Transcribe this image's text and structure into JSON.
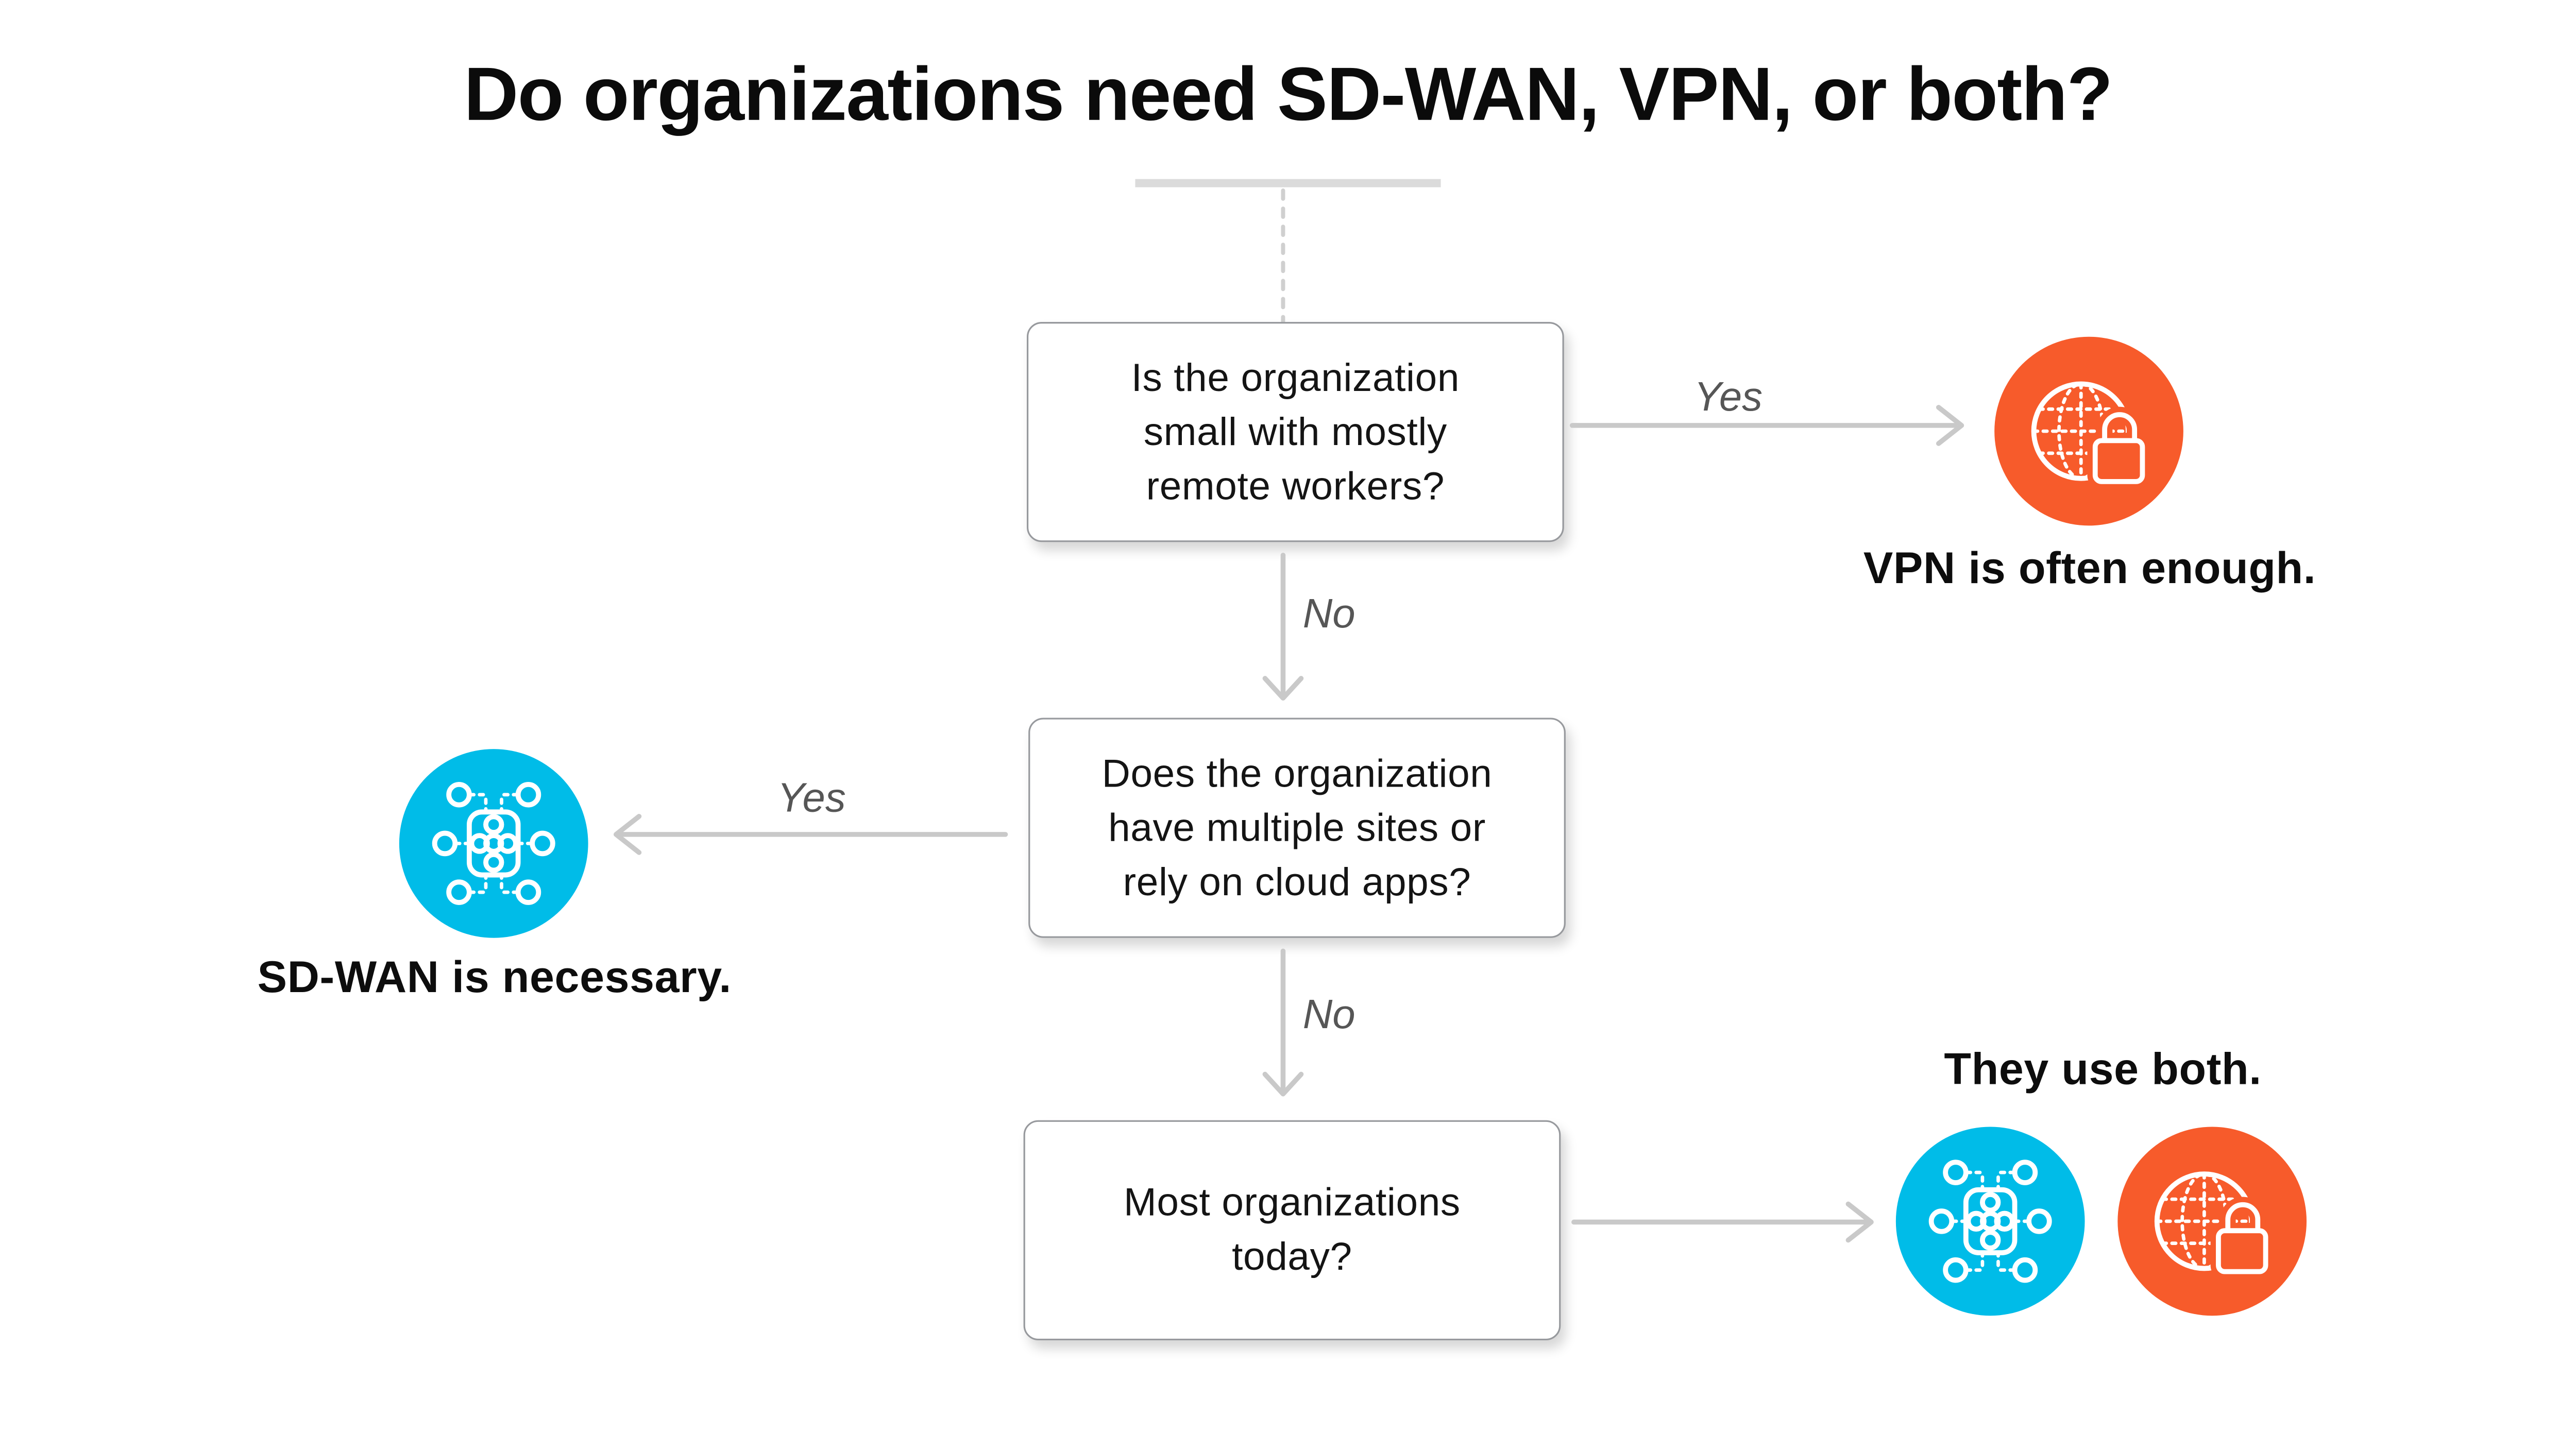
{
  "title": "Do organizations need SD-WAN, VPN, or both?",
  "colors": {
    "blue": "#00bce8",
    "orange": "#f75b2b",
    "arrow": "#c9c9c9",
    "dashed": "#d0d0d0",
    "bar": "#dbdbdb",
    "box_border": "#97999d",
    "label": "#565656",
    "text": "#0d0d0d"
  },
  "flow": {
    "q1": {
      "text": "Is the organization\nsmall with mostly\nremote workers?",
      "yes_label": "Yes",
      "no_label": "No"
    },
    "q2": {
      "text": "Does the organization\nhave multiple sites or\nrely on cloud apps?",
      "yes_label": "Yes",
      "no_label": "No"
    },
    "q3": {
      "text": "Most organizations\ntoday?"
    }
  },
  "outcomes": {
    "vpn": {
      "label": "VPN is often enough.",
      "icon": "globe-lock-icon",
      "color": "#f75b2b"
    },
    "sdwan": {
      "label": "SD-WAN is necessary.",
      "icon": "network-icon",
      "color": "#00bce8"
    },
    "both": {
      "label": "They use both.",
      "icons": [
        "network-icon",
        "globe-lock-icon"
      ]
    }
  }
}
